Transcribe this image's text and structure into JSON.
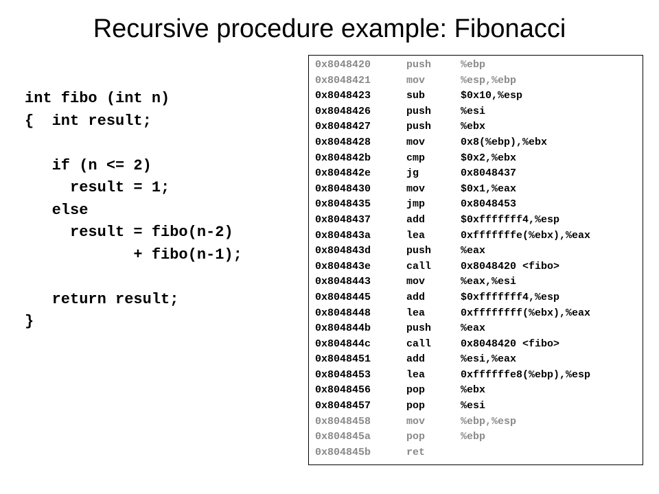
{
  "slide": {
    "title": "Recursive procedure example: Fibonacci"
  },
  "source_code": [
    "int fibo (int n)",
    "{  int result;",
    "",
    "   if (n <= 2)",
    "     result = 1;",
    "   else",
    "     result = fibo(n-2)",
    "            + fibo(n-1);",
    "",
    "   return result;",
    "}"
  ],
  "assembly": [
    {
      "addr": "0x8048420",
      "op": "push",
      "args": "%ebp",
      "faded": true
    },
    {
      "addr": "0x8048421",
      "op": "mov",
      "args": "%esp,%ebp",
      "faded": true
    },
    {
      "addr": "0x8048423",
      "op": "sub",
      "args": "$0x10,%esp",
      "faded": false
    },
    {
      "addr": "0x8048426",
      "op": "push",
      "args": "%esi",
      "faded": false
    },
    {
      "addr": "0x8048427",
      "op": "push",
      "args": "%ebx",
      "faded": false
    },
    {
      "addr": "0x8048428",
      "op": "mov",
      "args": "0x8(%ebp),%ebx",
      "faded": false
    },
    {
      "addr": "0x804842b",
      "op": "cmp",
      "args": "$0x2,%ebx",
      "faded": false
    },
    {
      "addr": "0x804842e",
      "op": "jg",
      "args": "0x8048437",
      "faded": false
    },
    {
      "addr": "0x8048430",
      "op": "mov",
      "args": "$0x1,%eax",
      "faded": false
    },
    {
      "addr": "0x8048435",
      "op": "jmp",
      "args": "0x8048453",
      "faded": false
    },
    {
      "addr": "0x8048437",
      "op": "add",
      "args": "$0xfffffff4,%esp",
      "faded": false
    },
    {
      "addr": "0x804843a",
      "op": "lea",
      "args": "0xfffffffe(%ebx),%eax",
      "faded": false
    },
    {
      "addr": "0x804843d",
      "op": "push",
      "args": "%eax",
      "faded": false
    },
    {
      "addr": "0x804843e",
      "op": "call",
      "args": "0x8048420 <fibo>",
      "faded": false
    },
    {
      "addr": "0x8048443",
      "op": "mov",
      "args": "%eax,%esi",
      "faded": false
    },
    {
      "addr": "0x8048445",
      "op": "add",
      "args": "$0xfffffff4,%esp",
      "faded": false
    },
    {
      "addr": "0x8048448",
      "op": "lea",
      "args": "0xffffffff(%ebx),%eax",
      "faded": false
    },
    {
      "addr": "0x804844b",
      "op": "push",
      "args": "%eax",
      "faded": false
    },
    {
      "addr": "0x804844c",
      "op": "call",
      "args": "0x8048420 <fibo>",
      "faded": false
    },
    {
      "addr": "0x8048451",
      "op": "add",
      "args": "%esi,%eax",
      "faded": false
    },
    {
      "addr": "0x8048453",
      "op": "lea",
      "args": "0xffffffe8(%ebp),%esp",
      "faded": false
    },
    {
      "addr": "0x8048456",
      "op": "pop",
      "args": "%ebx",
      "faded": false
    },
    {
      "addr": "0x8048457",
      "op": "pop",
      "args": "%esi",
      "faded": false
    },
    {
      "addr": "0x8048458",
      "op": "mov",
      "args": "%ebp,%esp",
      "faded": true
    },
    {
      "addr": "0x804845a",
      "op": "pop",
      "args": "%ebp",
      "faded": true
    },
    {
      "addr": "0x804845b",
      "op": "ret",
      "args": "",
      "faded": true
    }
  ],
  "colors": {
    "normal": "#000000",
    "faded": "#8a8a8a"
  }
}
